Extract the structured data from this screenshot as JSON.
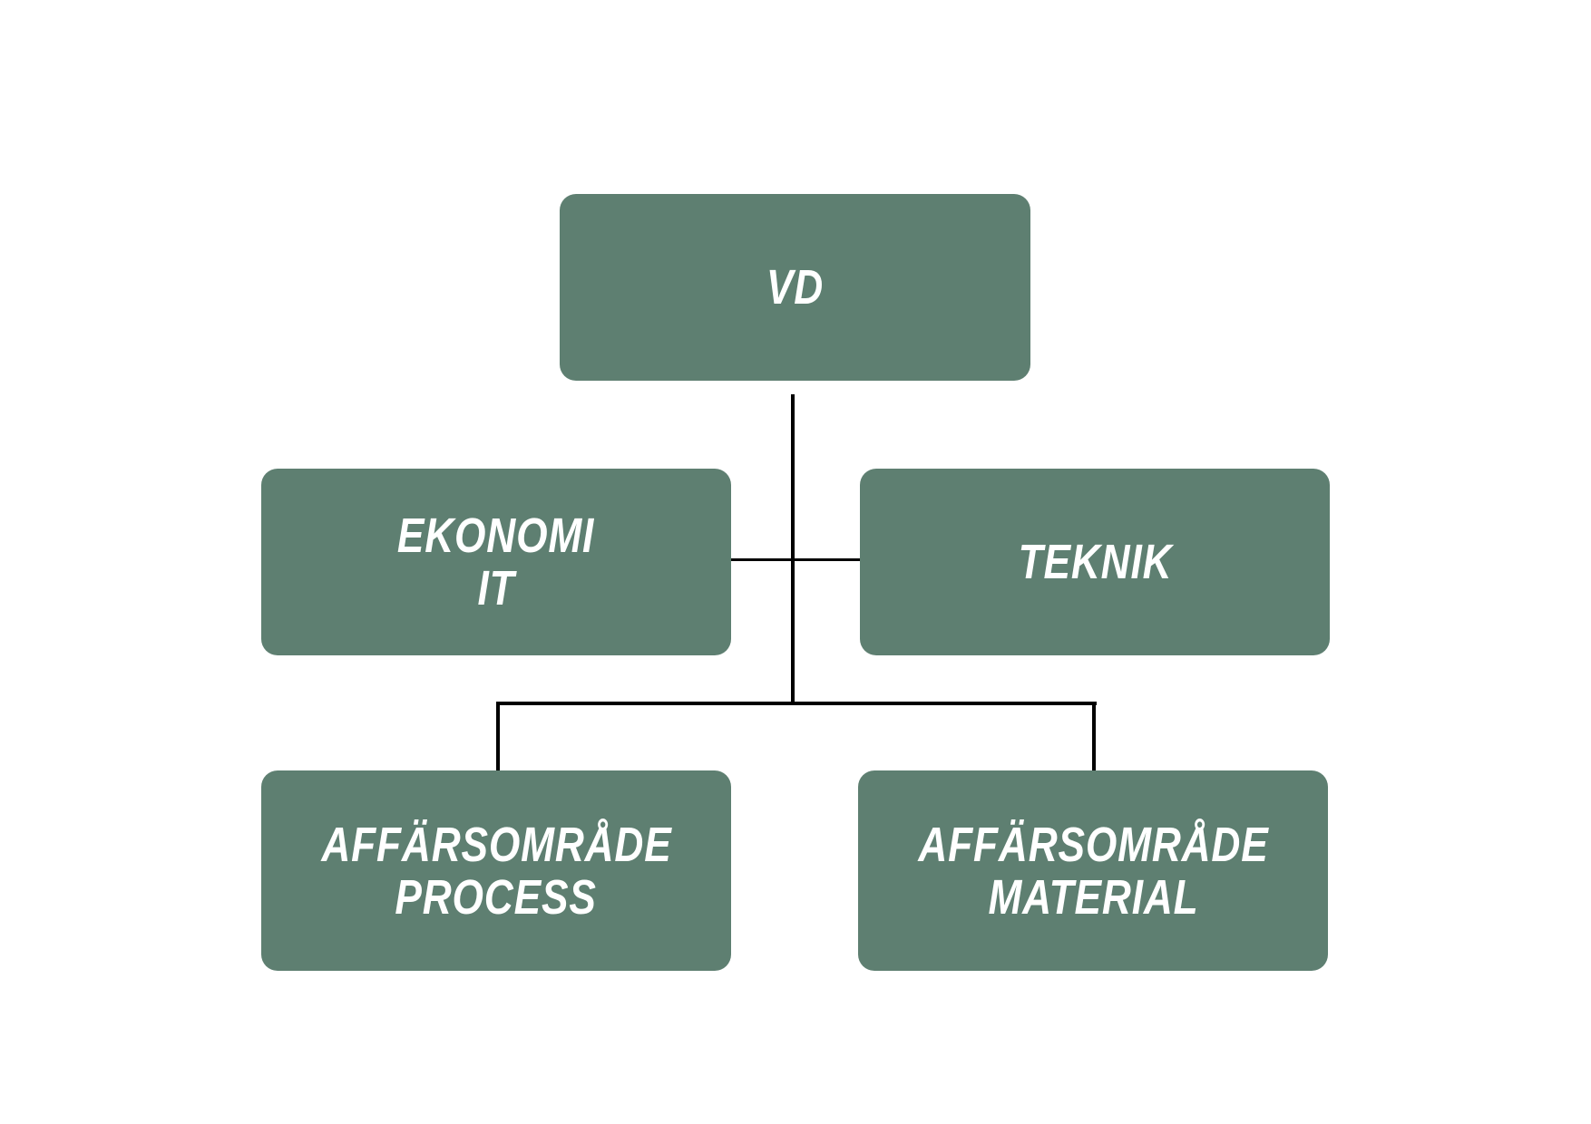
{
  "org_chart": {
    "box_color": "#5e7f71",
    "text_color": "#ffffff",
    "line_color": "#000000",
    "nodes": {
      "ceo": {
        "lines": [
          "VD"
        ]
      },
      "finance": {
        "lines": [
          "EKONOMI",
          "IT"
        ]
      },
      "tech": {
        "lines": [
          "TEKNIK"
        ]
      },
      "process": {
        "lines": [
          "AFFÄRSOMRÅDE",
          "PROCESS"
        ]
      },
      "material": {
        "lines": [
          "AFFÄRSOMRÅDE",
          "MATERIAL"
        ]
      }
    }
  }
}
